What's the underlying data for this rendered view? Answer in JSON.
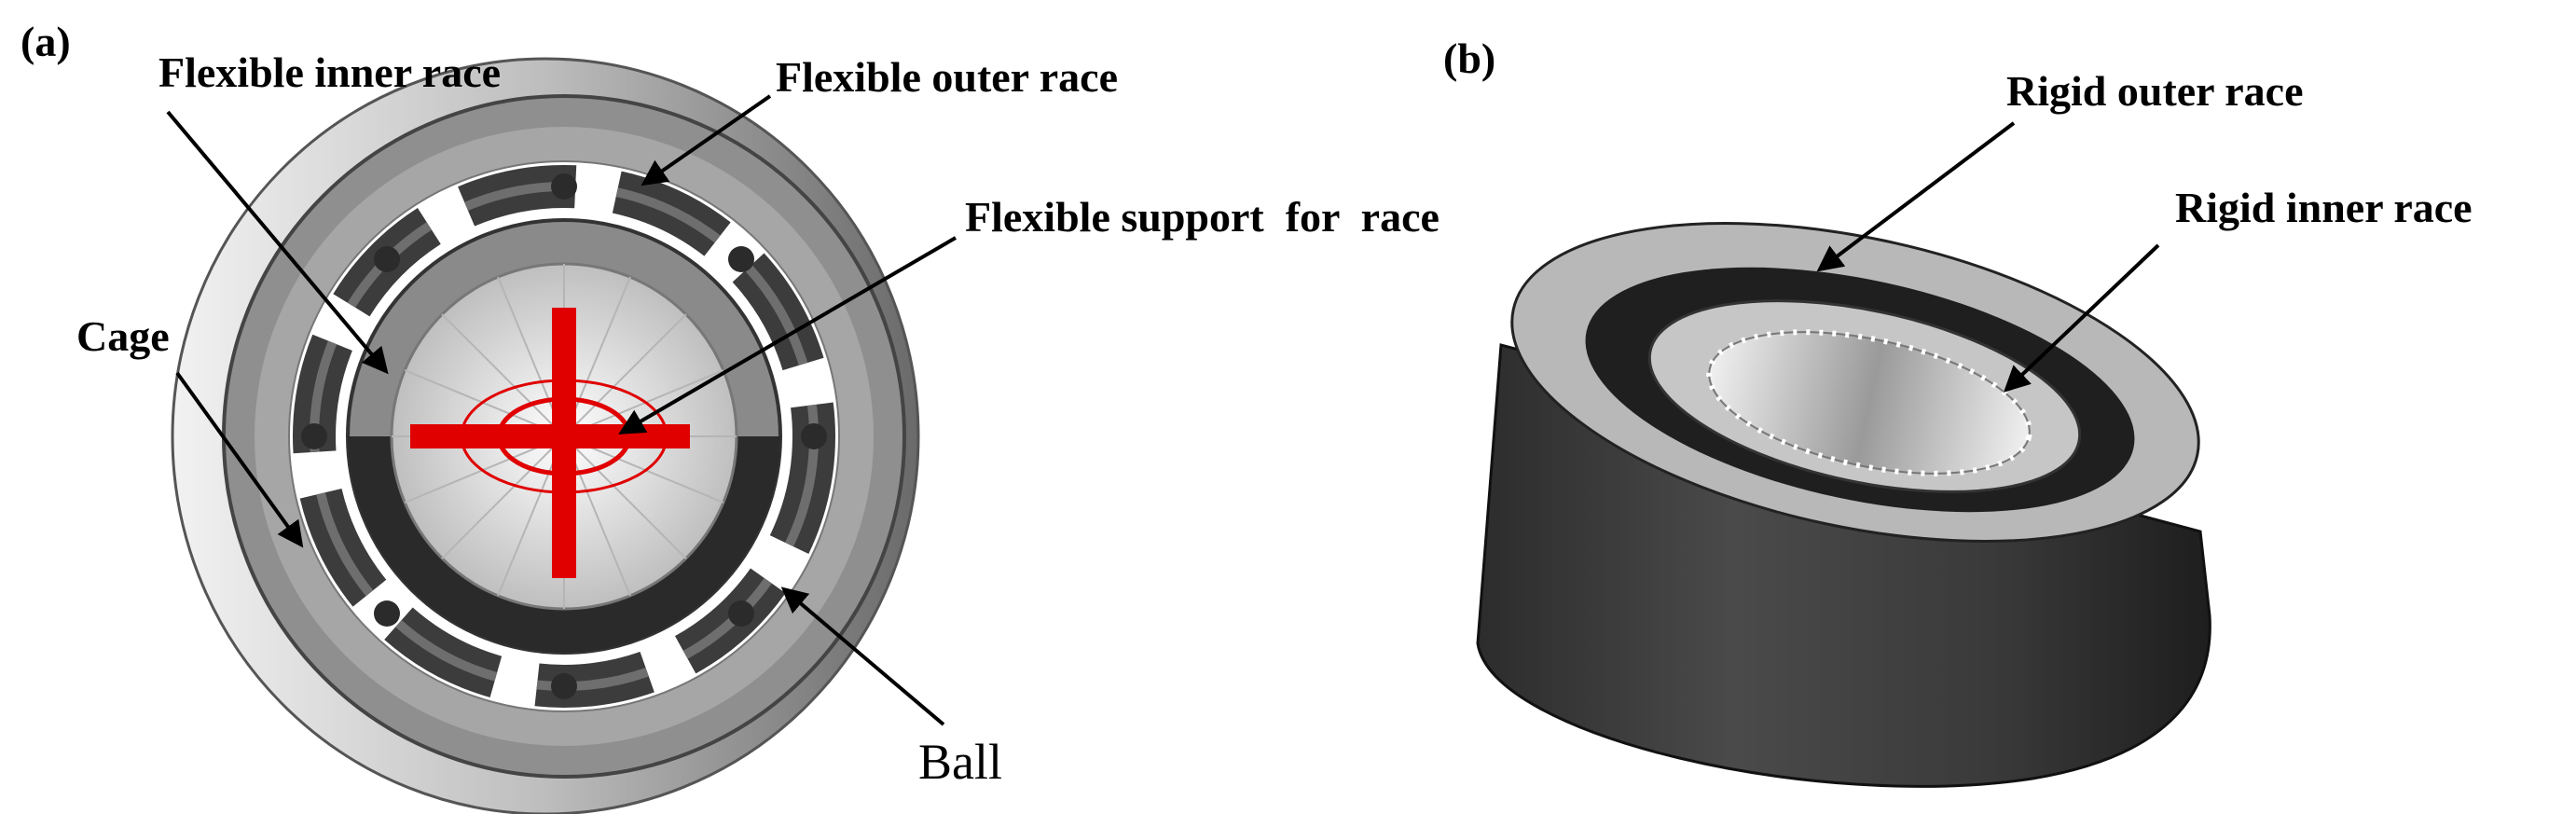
{
  "panels": [
    {
      "tag": "(a)",
      "labels": {
        "inner_race": "Flexible inner race",
        "outer_race": "Flexible outer race",
        "support": "Flexible support  for  race",
        "cage": "Cage",
        "ball": "Ball"
      }
    },
    {
      "tag": "(b)",
      "labels": {
        "outer_race": "Rigid outer race",
        "inner_race": "Rigid inner race"
      }
    }
  ],
  "colors": {
    "race_gray": "#8c8c8c",
    "race_light": "#c8c8c8",
    "dark_band": "#2a2a2a",
    "support_red": "#e00000",
    "arrow": "#000000"
  }
}
